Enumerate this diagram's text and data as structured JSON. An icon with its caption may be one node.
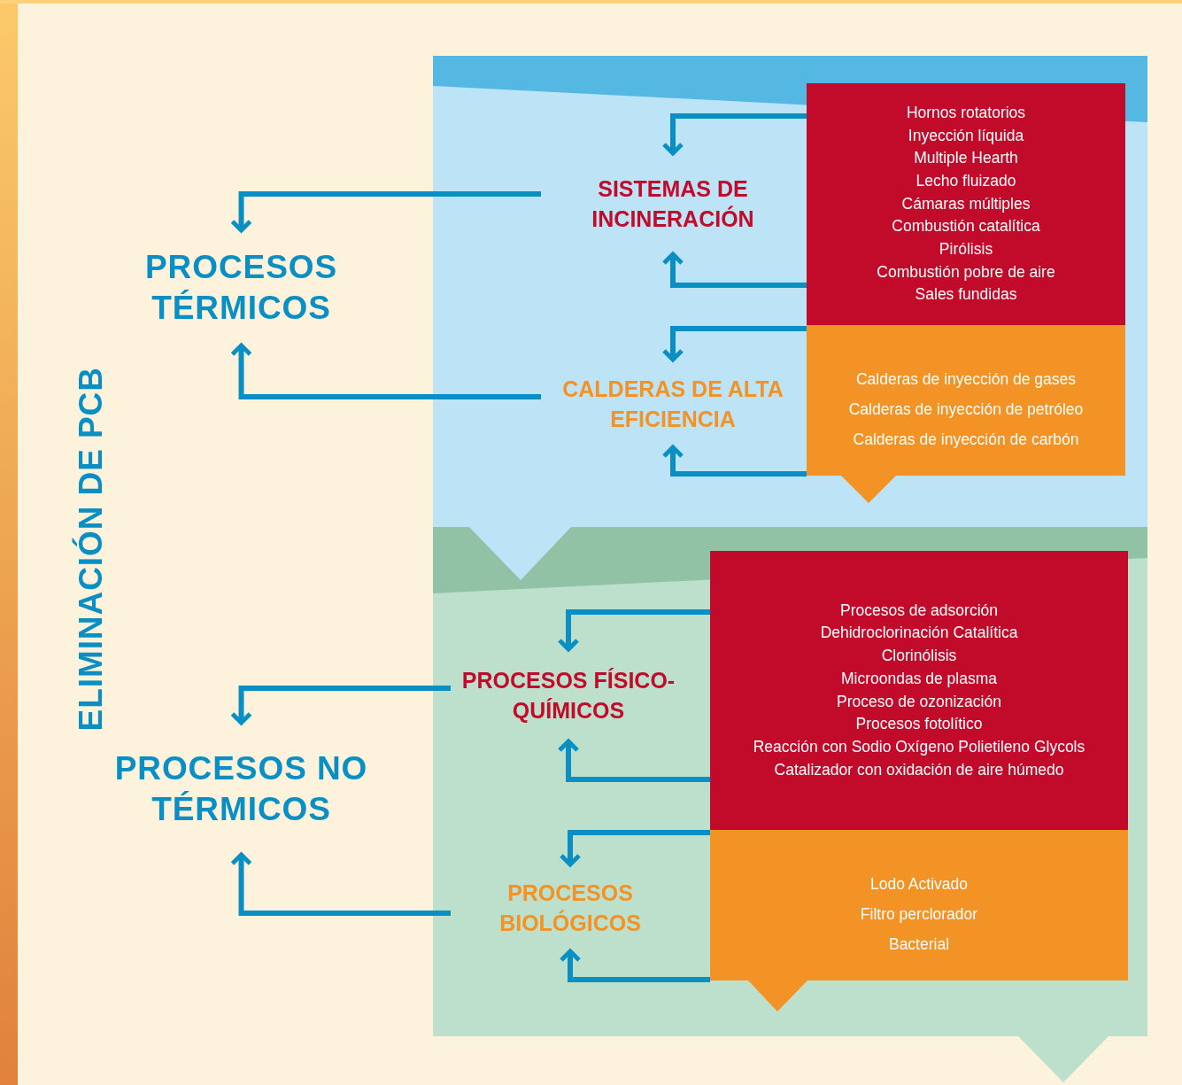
{
  "diagram": {
    "title": "ELIMINACIÓN DE PCB",
    "nodes": [
      {
        "text": [
          "PROCESOS TÉRMICOS"
        ]
      },
      {
        "text": [
          "PROCESOS NO TÉRMICOS"
        ]
      },
      {
        "text": [
          "SISTEMAS DE INCINERACIÓN"
        ]
      },
      {
        "text": [
          "CALDERAS DE ALTA EFICIENCIA"
        ]
      },
      {
        "text": [
          "Hornos rotatorios",
          "Inyección líquida",
          "Multiple Hearth",
          "Lecho fluizado",
          "Cámaras múltiples",
          "Combustión catalítica",
          "Pirólisis",
          "Combustión pobre de aire",
          "Sales fundidas"
        ]
      },
      {
        "text": [
          "Calderas de inyección de gases",
          "Calderas de inyección de petróleo",
          "Calderas de inyección de carbón"
        ]
      },
      {
        "text": [
          "PROCESOS FÍSICO- QUÍMICOS"
        ]
      },
      {
        "text": [
          "PROCESOS BIOLÓGICOS"
        ]
      },
      {
        "text": [
          "Procesos de adsorción",
          "Dehidroclorinación Catalítica",
          "Clorinólisis",
          "Microondas de plasma",
          "Proceso de ozonización",
          "Procesos fotolítico",
          "Reacción con Sodio Oxígeno Polietileno Glycols",
          "Catalizador con oxidación de aire húmedo"
        ]
      },
      {
        "text": [
          "Lodo Activado",
          "Filtro perclorador",
          "Bacterial"
        ]
      }
    ],
    "edges": [
      {
        "from": 2,
        "to": 0,
        "arrow": "to"
      },
      {
        "from": 3,
        "to": 0,
        "arrow": "to"
      },
      {
        "from": 4,
        "to": 2,
        "arrow": "to"
      },
      {
        "from": 4,
        "to": 2,
        "arrow": "to"
      },
      {
        "from": 5,
        "to": 3,
        "arrow": "to"
      },
      {
        "from": 5,
        "to": 3,
        "arrow": "to"
      },
      {
        "from": 6,
        "to": 1,
        "arrow": "to"
      },
      {
        "from": 7,
        "to": 1,
        "arrow": "to"
      },
      {
        "from": 8,
        "to": 6,
        "arrow": "to"
      },
      {
        "from": 8,
        "to": 6,
        "arrow": "to"
      },
      {
        "from": 9,
        "to": 7,
        "arrow": "to"
      },
      {
        "from": 9,
        "to": 7,
        "arrow": "to"
      }
    ]
  }
}
